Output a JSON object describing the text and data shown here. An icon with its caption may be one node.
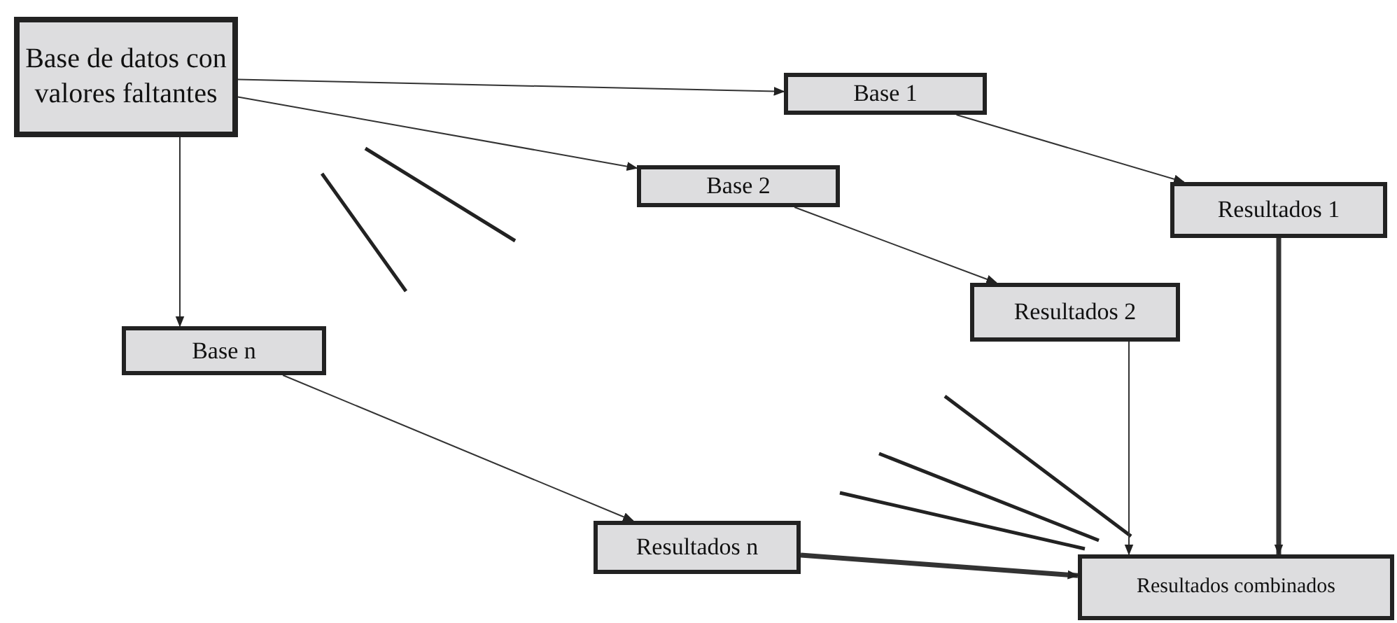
{
  "diagram": {
    "nodes": [
      {
        "text": [
          "Base de datos con valores faltantes"
        ]
      },
      {
        "text": [
          "Base 1"
        ]
      },
      {
        "text": [
          "Base 2"
        ]
      },
      {
        "text": [
          "Resultados 1"
        ]
      },
      {
        "text": [
          "Resultados 2"
        ]
      },
      {
        "text": [
          "Base n"
        ]
      },
      {
        "text": [
          "Resultados n"
        ]
      },
      {
        "text": [
          "Resultados combinados"
        ]
      }
    ],
    "edges": [
      {
        "from": 0,
        "to": 1,
        "arrow": "to"
      },
      {
        "from": 0,
        "to": 2,
        "arrow": "to"
      },
      {
        "from": 0,
        "to": 5,
        "arrow": "to"
      },
      {
        "from": 1,
        "to": 3,
        "arrow": "to"
      },
      {
        "from": 2,
        "to": 4,
        "arrow": "to"
      },
      {
        "from": 3,
        "to": 7,
        "arrow": "to",
        "style": "thick"
      },
      {
        "from": 4,
        "to": 7,
        "arrow": "to"
      },
      {
        "from": 5,
        "to": 6,
        "arrow": "to"
      },
      {
        "from": 6,
        "to": 7,
        "arrow": "to",
        "style": "thick"
      }
    ]
  }
}
